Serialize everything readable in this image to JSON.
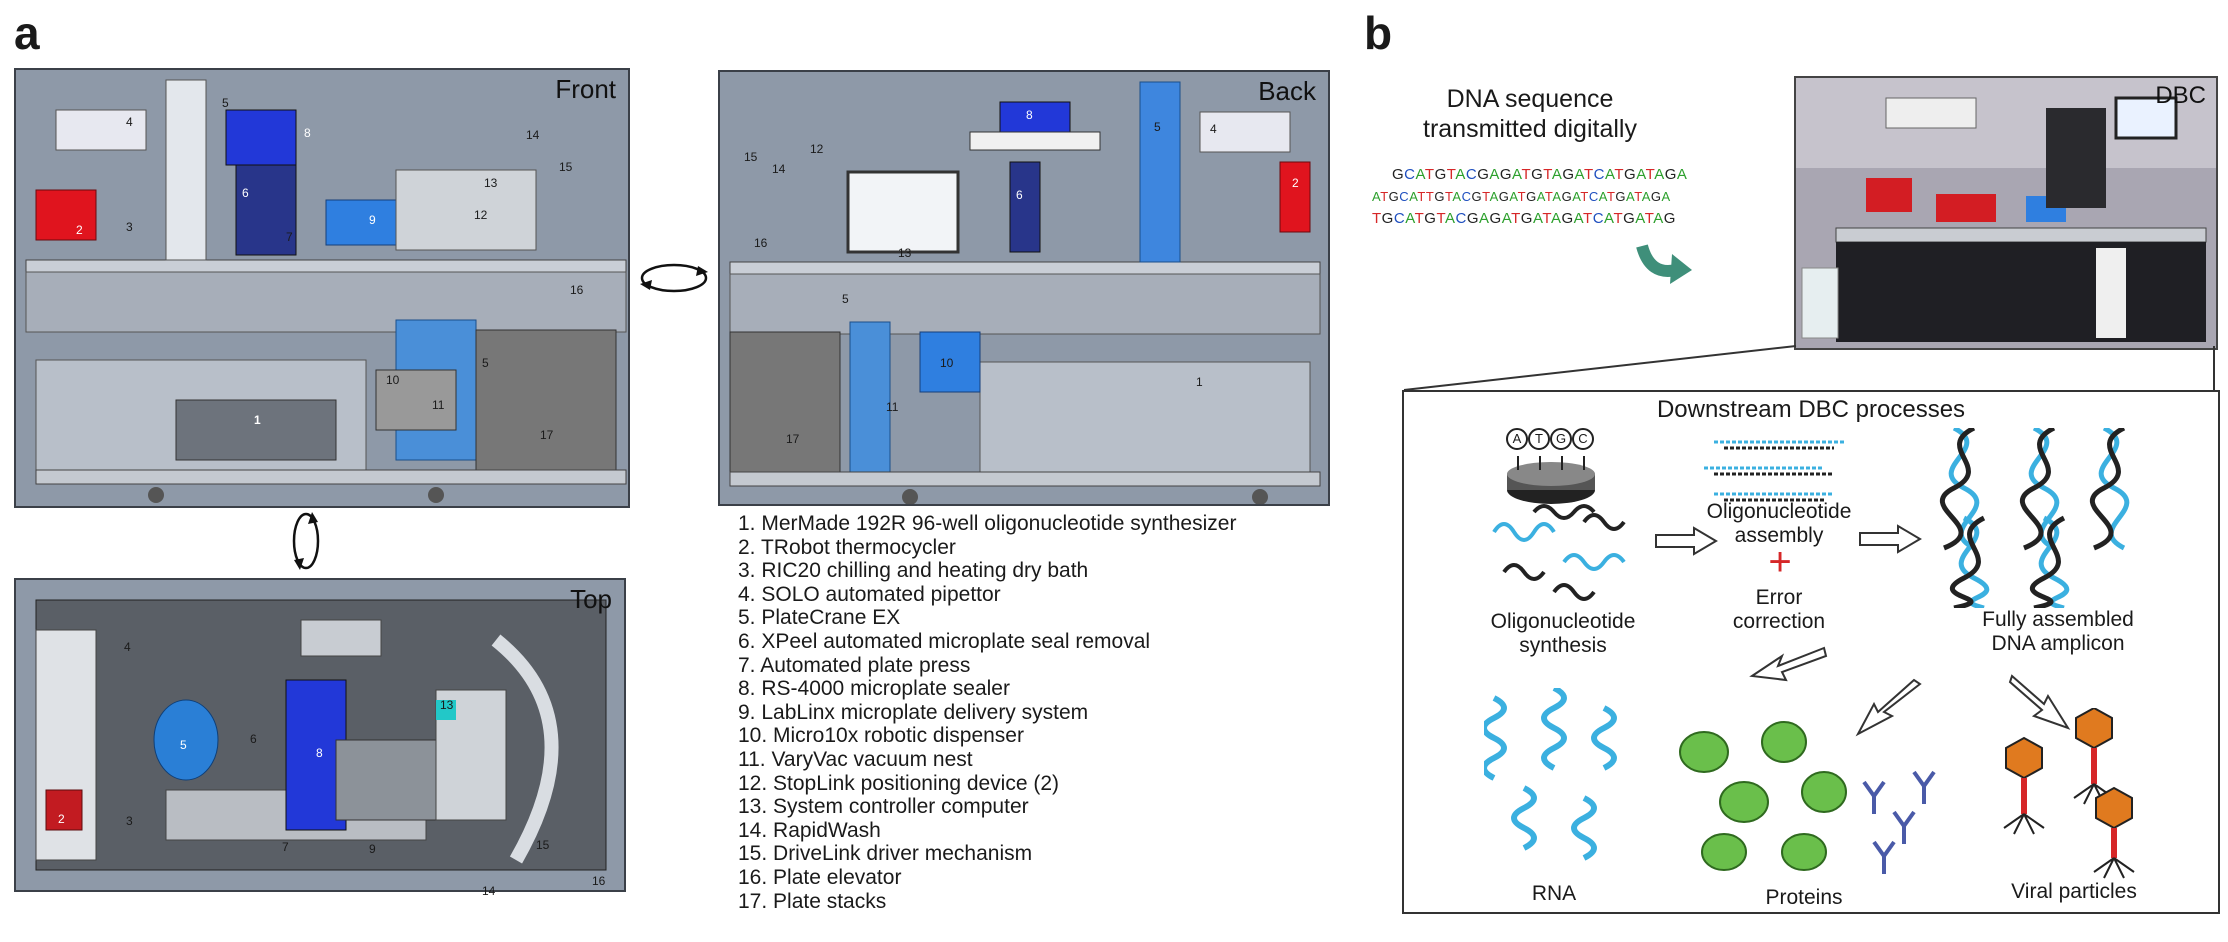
{
  "panel_a": {
    "letter": "a",
    "views": {
      "front": "Front",
      "back": "Back",
      "top": "Top"
    },
    "legend": [
      "1. MerMade 192R 96-well oligonucleotide synthesizer",
      "2. TRobot thermocycler",
      "3. RIC20 chilling and heating dry bath",
      "4. SOLO automated pipettor",
      "5. PlateCrane EX",
      "6. XPeel automated microplate seal removal",
      "7. Automated plate press",
      "8. RS-4000 microplate sealer",
      "9. LabLinx microplate delivery system",
      "10. Micro10x robotic dispenser",
      "11. VaryVac vacuum nest",
      "12. StopLink positioning device (2)",
      "13. System controller computer",
      "14. RapidWash",
      "15. DriveLink driver mechanism",
      "16. Plate elevator",
      "17. Plate stacks"
    ],
    "front_callouts": [
      "1",
      "2",
      "3",
      "4",
      "5",
      "5",
      "6",
      "7",
      "8",
      "9",
      "10",
      "11",
      "12",
      "13",
      "14",
      "15",
      "16",
      "17"
    ],
    "back_callouts": [
      "1",
      "2",
      "4",
      "5",
      "5",
      "6",
      "8",
      "10",
      "11",
      "12",
      "13",
      "14",
      "15",
      "16",
      "17"
    ],
    "top_callouts": [
      "2",
      "3",
      "4",
      "5",
      "6",
      "7",
      "8",
      "9",
      "13",
      "14",
      "15",
      "16"
    ]
  },
  "panel_b": {
    "letter": "b",
    "heading_line1": "DNA sequence",
    "heading_line2": "transmitted digitally",
    "sequences": [
      "GCATGTACGAGATGTAGATCATGATAGA",
      "ATGCATTGTACGTAGATGATAGATCATGATAGA",
      "TGCATGTACGAGATGATAGATCATGATAG"
    ],
    "photo_label": "DBC",
    "box_title": "Downstream DBC processes",
    "bases": [
      "A",
      "T",
      "G",
      "C"
    ],
    "captions": {
      "synthesis_1": "Oligonucleotide",
      "synthesis_2": "synthesis",
      "assembly_1": "Oligonucleotide",
      "assembly_2": "assembly",
      "plus": "+",
      "error_1": "Error",
      "error_2": "correction",
      "amplicon_1": "Fully assembled",
      "amplicon_2": "DNA amplicon",
      "rna": "RNA",
      "proteins": "Proteins",
      "viral": "Viral particles"
    },
    "colors": {
      "A": "#2ca02c",
      "T": "#d62728",
      "G": "#222222",
      "C": "#1f4fbf",
      "dna_blue": "#3bb0e0",
      "protein_green": "#6abf4b",
      "antibody": "#4a5aa8",
      "phage": "#e07a1f"
    }
  }
}
